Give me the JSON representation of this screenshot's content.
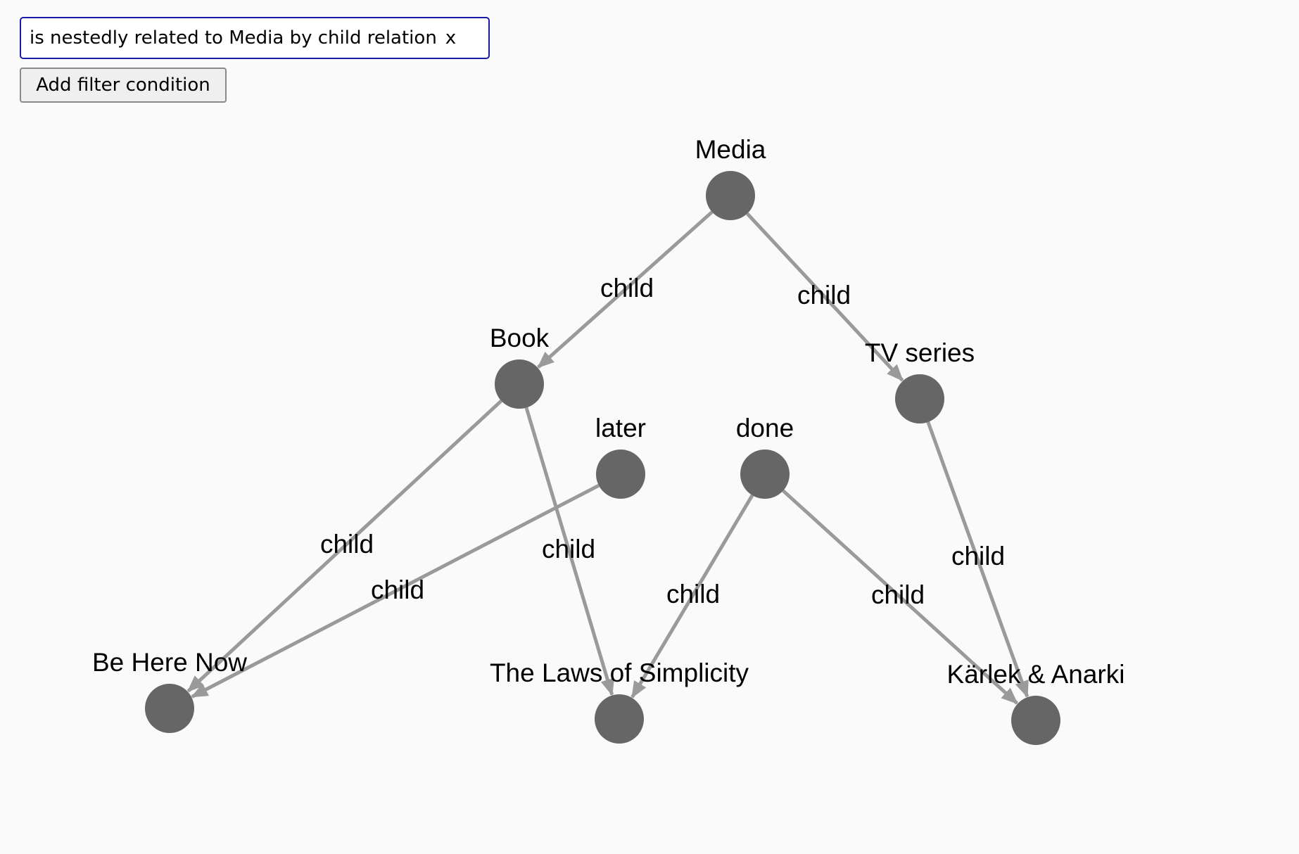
{
  "filter": {
    "condition_text": "is nestedly related to Media by child relation",
    "remove_label": "x"
  },
  "add_filter_label": "Add filter condition",
  "colors": {
    "node": "#666666",
    "edge": "#9a9a9a",
    "filter_border": "#1a1aa6"
  },
  "graph": {
    "nodes": [
      {
        "id": "media",
        "label": "Media"
      },
      {
        "id": "book",
        "label": "Book"
      },
      {
        "id": "tv",
        "label": "TV series"
      },
      {
        "id": "later",
        "label": "later"
      },
      {
        "id": "done",
        "label": "done"
      },
      {
        "id": "behere",
        "label": "Be Here Now"
      },
      {
        "id": "laws",
        "label": "The Laws of Simplicity"
      },
      {
        "id": "karlek",
        "label": "Kärlek & Anarki"
      }
    ],
    "edges": [
      {
        "source": "media",
        "target": "book",
        "label": "child"
      },
      {
        "source": "media",
        "target": "tv",
        "label": "child"
      },
      {
        "source": "book",
        "target": "behere",
        "label": "child"
      },
      {
        "source": "book",
        "target": "laws",
        "label": "child"
      },
      {
        "source": "later",
        "target": "behere",
        "label": "child"
      },
      {
        "source": "done",
        "target": "laws",
        "label": "child"
      },
      {
        "source": "done",
        "target": "karlek",
        "label": "child"
      },
      {
        "source": "tv",
        "target": "karlek",
        "label": "child"
      }
    ]
  }
}
